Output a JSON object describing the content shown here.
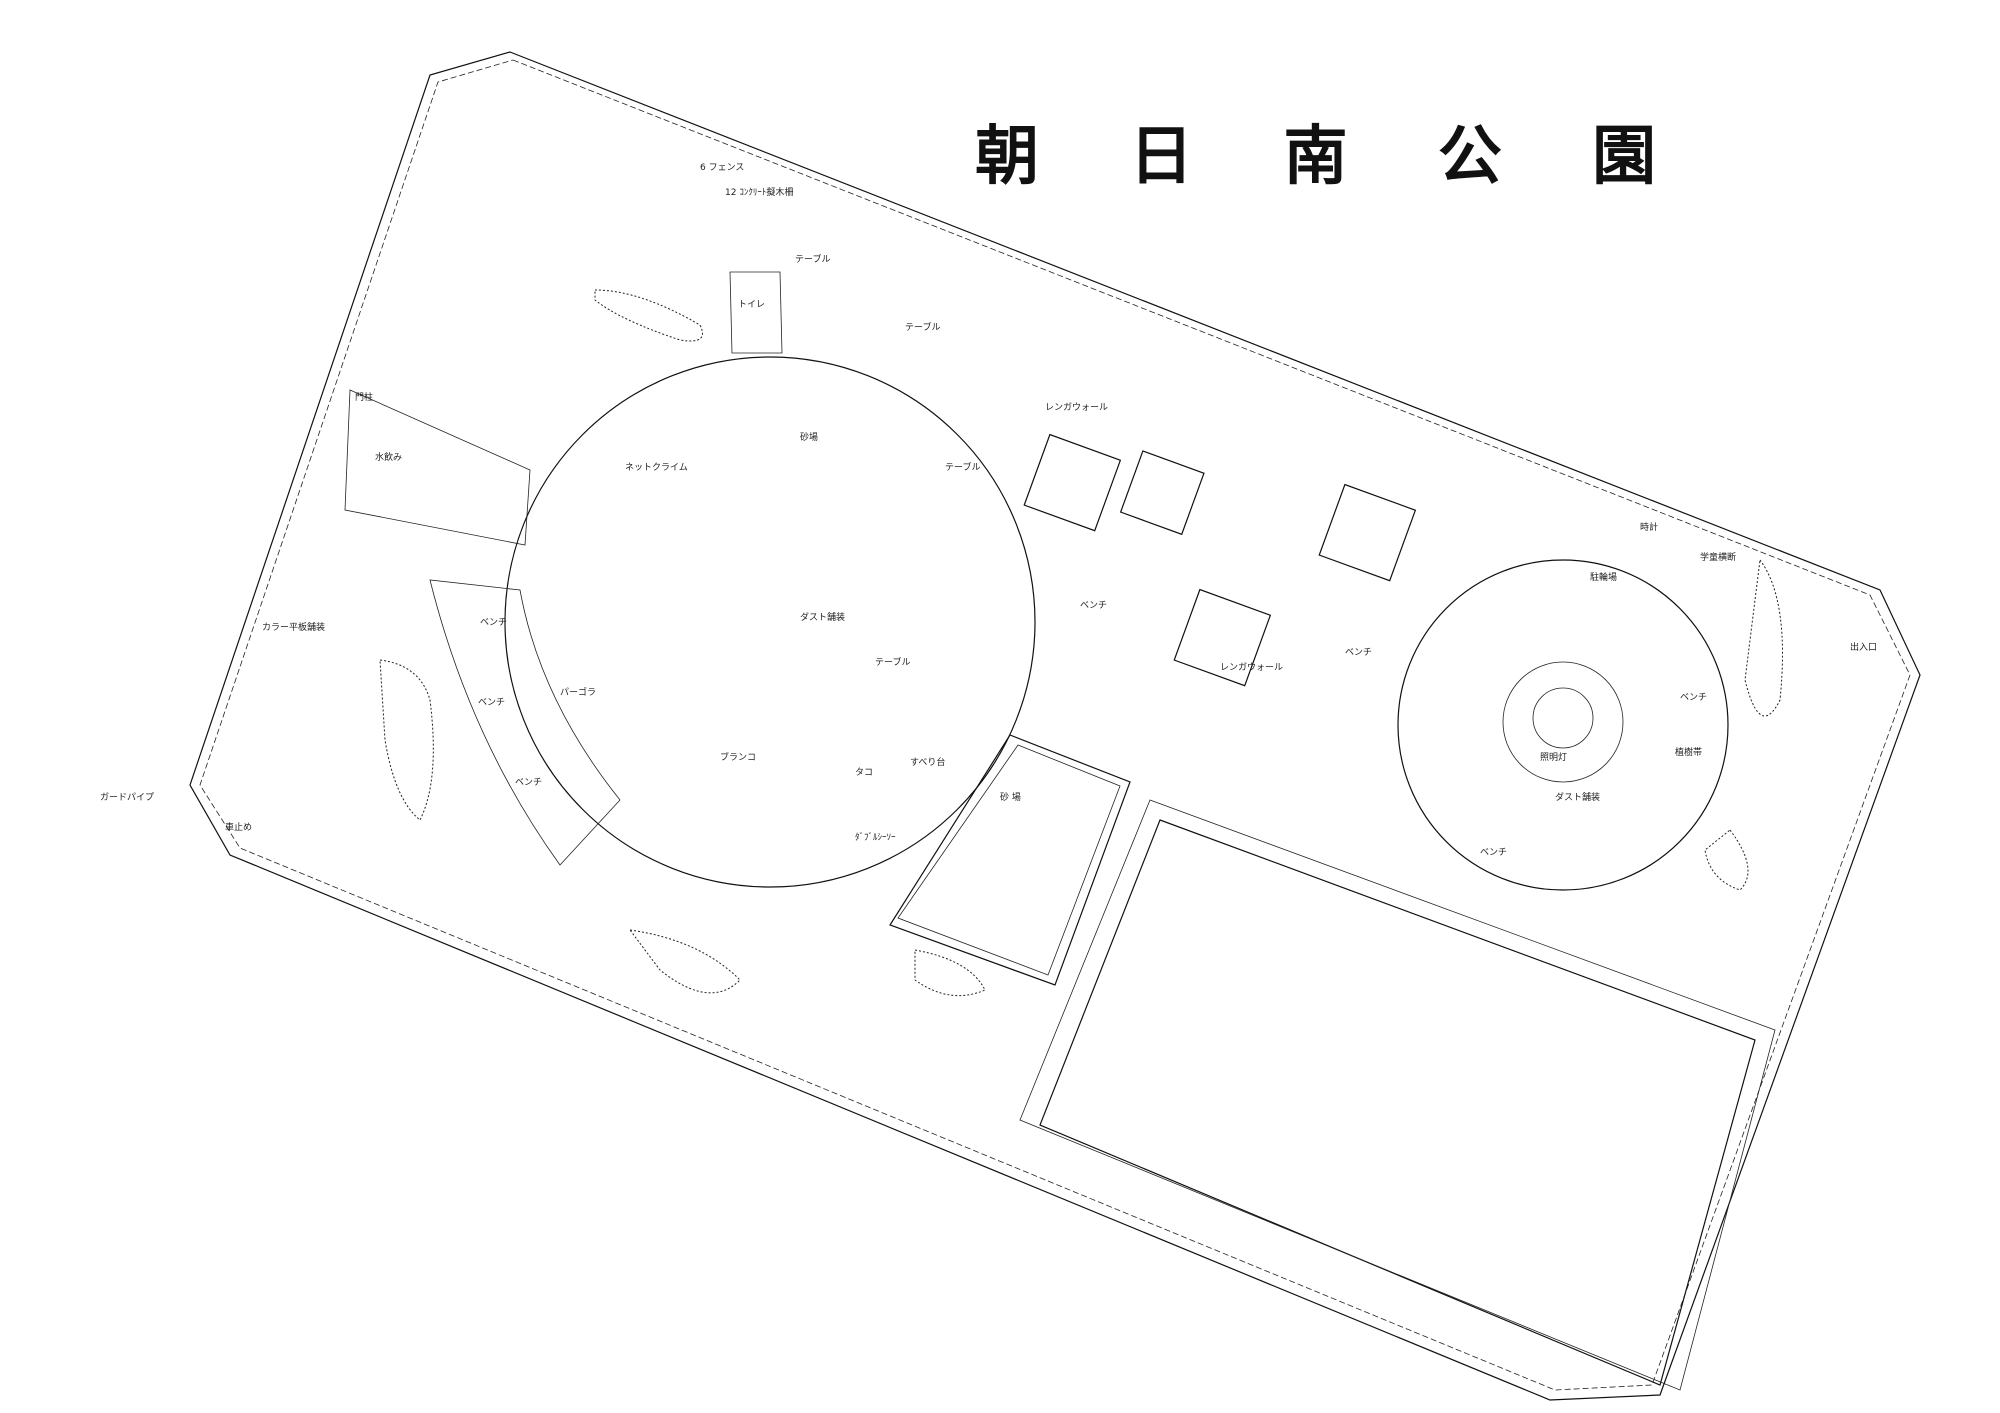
{
  "map": {
    "title": "朝 日 南 公 園",
    "labels": [
      {
        "id": "fence-top",
        "text": "6 フェンス"
      },
      {
        "id": "seat-top",
        "text": "12 ｺﾝｸﾘｰﾄ擬木柵"
      },
      {
        "id": "toilet",
        "text": "トイレ"
      },
      {
        "id": "table-1",
        "text": "テーブル"
      },
      {
        "id": "table-2",
        "text": "テーブル"
      },
      {
        "id": "table-3",
        "text": "テーブル"
      },
      {
        "id": "table-4",
        "text": "テーブル"
      },
      {
        "id": "brickwall-1",
        "text": "レンガウォール"
      },
      {
        "id": "brickwall-2",
        "text": "レンガウォール"
      },
      {
        "id": "net-climb",
        "text": "ネットクライム"
      },
      {
        "id": "sand-area",
        "text": "砂場"
      },
      {
        "id": "dust-pave-1",
        "text": "ダスト舗装"
      },
      {
        "id": "dust-pave-2",
        "text": "ダスト舗装"
      },
      {
        "id": "pergola",
        "text": "パーゴラ"
      },
      {
        "id": "bench-1",
        "text": "ベンチ"
      },
      {
        "id": "bench-2",
        "text": "ベンチ"
      },
      {
        "id": "bench-3",
        "text": "ベンチ"
      },
      {
        "id": "bench-4",
        "text": "ベンチ"
      },
      {
        "id": "bench-5",
        "text": "ベンチ"
      },
      {
        "id": "bench-6",
        "text": "ベンチ"
      },
      {
        "id": "bench-7",
        "text": "ベンチ"
      },
      {
        "id": "swing",
        "text": "ブランコ"
      },
      {
        "id": "slide",
        "text": "すべり台"
      },
      {
        "id": "tako",
        "text": "タコ"
      },
      {
        "id": "seesaw",
        "text": "ﾀﾞﾌﾞﾙｼｰｿｰ"
      },
      {
        "id": "color-pave",
        "text": "カラー平板舗装"
      },
      {
        "id": "gate",
        "text": "門柱"
      },
      {
        "id": "drinking",
        "text": "水飲み"
      },
      {
        "id": "guard",
        "text": "ガードパイプ"
      },
      {
        "id": "stone",
        "text": "車止め"
      },
      {
        "id": "clock",
        "text": "時計"
      },
      {
        "id": "parking-sign",
        "text": "駐輪場"
      },
      {
        "id": "entrance-r",
        "text": "出入口"
      },
      {
        "id": "cross-walk",
        "text": "学童横断"
      },
      {
        "id": "sand-pit",
        "text": "砂 場"
      },
      {
        "id": "tree-bed",
        "text": "植樹帯"
      },
      {
        "id": "light",
        "text": "照明灯"
      }
    ]
  }
}
